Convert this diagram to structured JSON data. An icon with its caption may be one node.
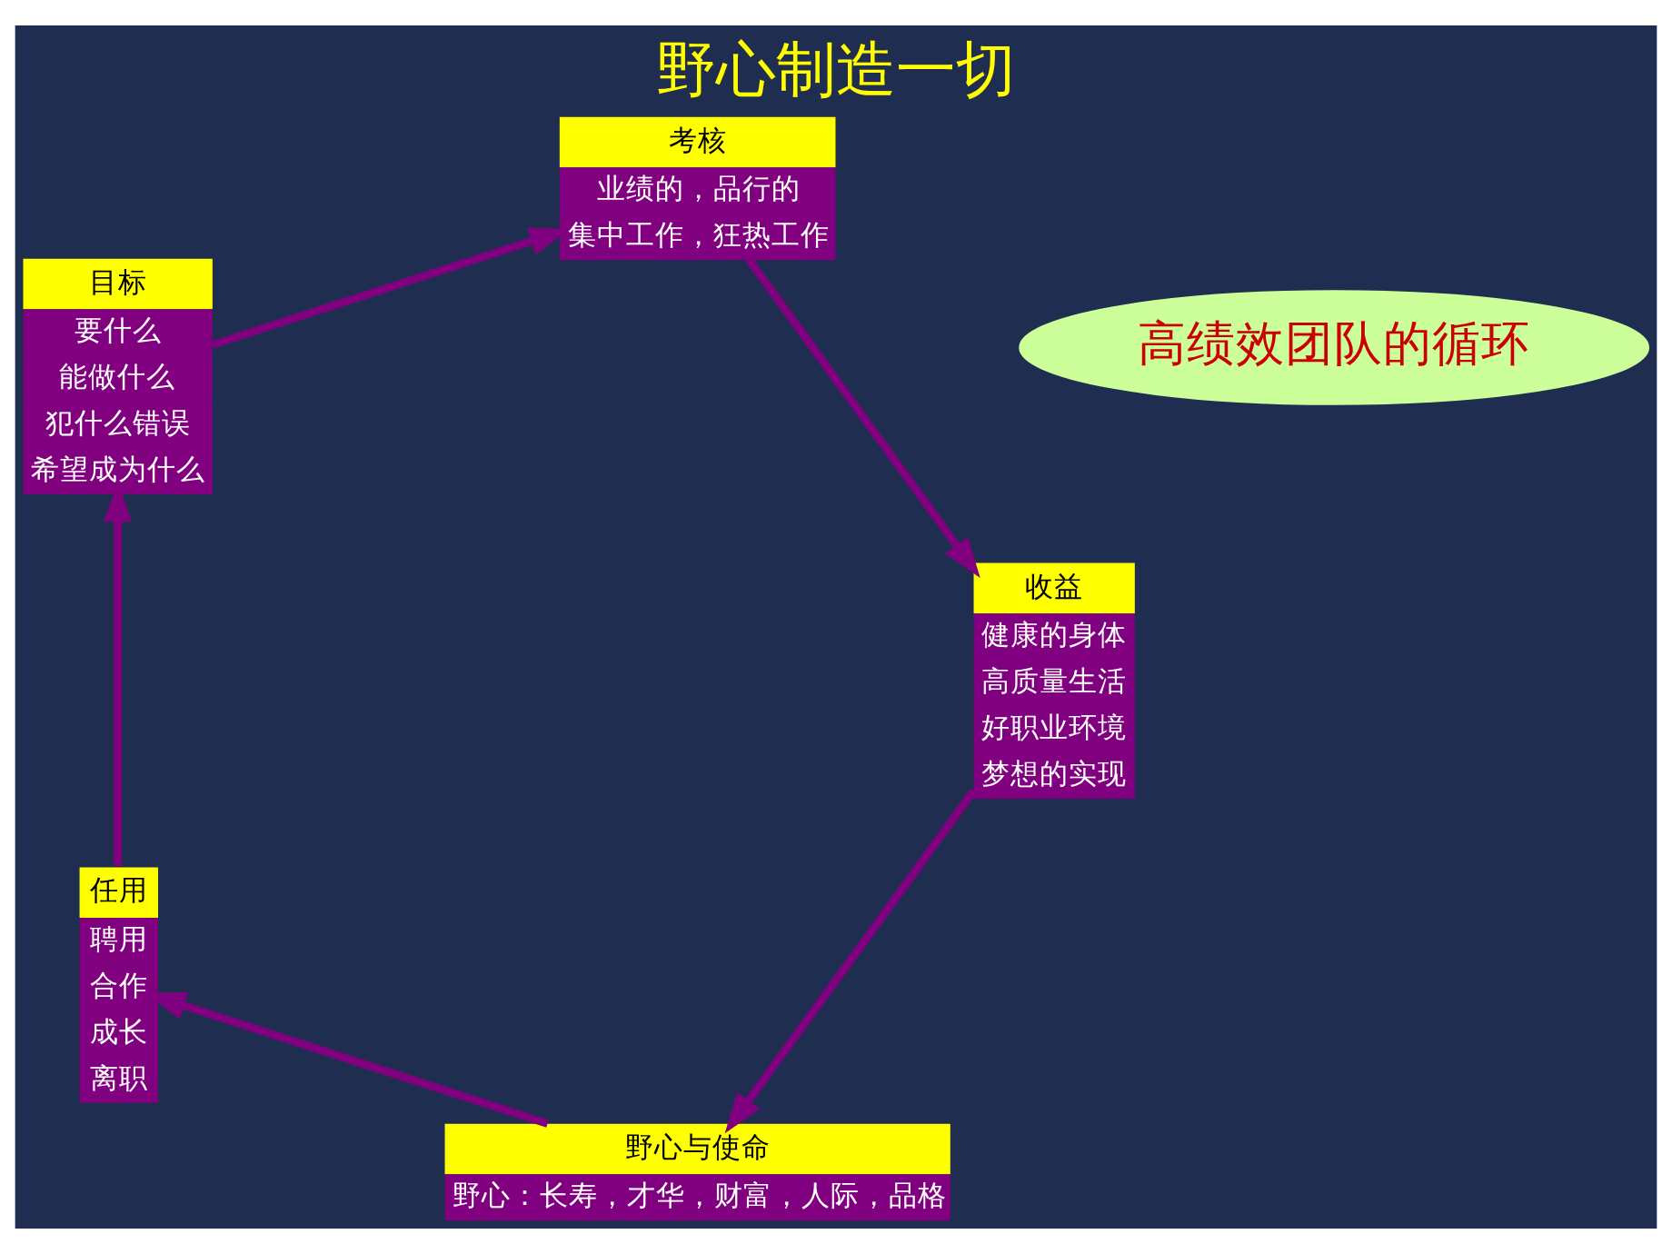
{
  "diagram": {
    "title": "野心制造一切",
    "nodes": [
      {
        "text": [
          "高绩效团队的循环"
        ]
      },
      {
        "text": [
          "野心与使命",
          "野心：长寿，才华，财富，人际，品格"
        ]
      },
      {
        "text": [
          "任用",
          "聘用",
          "合作",
          "成长",
          "离职"
        ]
      },
      {
        "text": [
          "目标",
          "要什么",
          "能做什么",
          "犯什么错误",
          "希望成为什么"
        ]
      },
      {
        "text": [
          "考核",
          "业绩的，品行的",
          "集中工作，狂热工作"
        ]
      },
      {
        "text": [
          "收益",
          "健康的身体",
          "高质量生活",
          "好职业环境",
          "梦想的实现"
        ]
      }
    ],
    "edges": [
      {
        "from": 1,
        "to": 2,
        "arrow": "to"
      },
      {
        "from": 2,
        "to": 3,
        "arrow": "to"
      },
      {
        "from": 3,
        "to": 4,
        "arrow": "to"
      },
      {
        "from": 4,
        "to": 5,
        "arrow": "to"
      },
      {
        "from": 5,
        "to": 1,
        "arrow": "to"
      }
    ]
  }
}
